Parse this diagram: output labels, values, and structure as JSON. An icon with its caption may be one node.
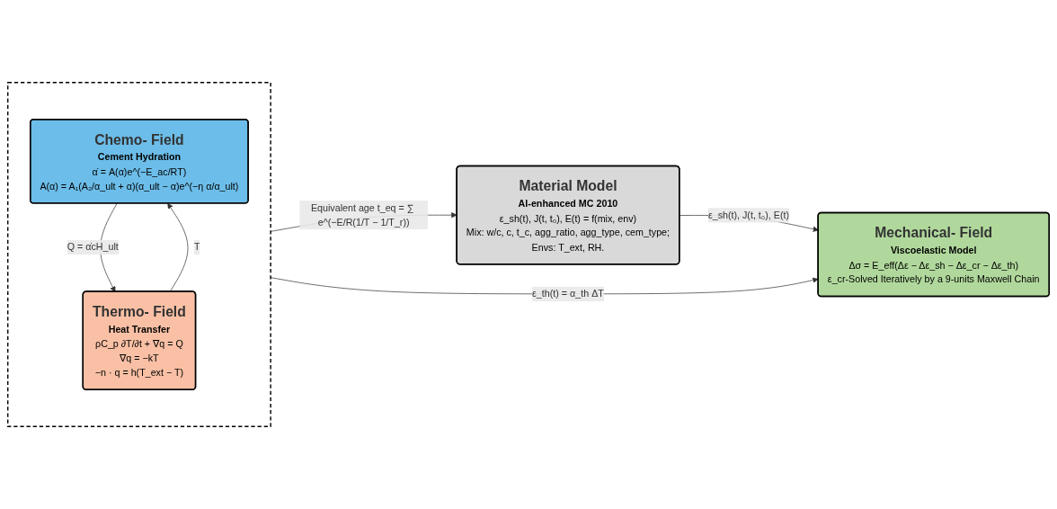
{
  "diagram": {
    "nodes": [
      {
        "text": [],
        "shape": "box"
      },
      {
        "text": [
          "Chemo- Field",
          "Cement Hydration",
          "α̇ = A(α)e^(−E_ac/RT)",
          "A(α) = A₁(A₂/α_ult + α)(α_ult − α)e^(−η α/α_ult)"
        ],
        "in": 0
      },
      {
        "text": [
          "Thermo- Field",
          "Heat Transfer",
          "ρC_p ∂T/∂t + ∇q = Q",
          "∇q = −kT",
          "−n · q = h(T_ext − T)"
        ],
        "in": 0
      },
      {
        "text": [
          "Material Model",
          "AI-enhanced MC 2010",
          "ε_sh(t), J(t, t₀), E(t) = f(mix, env)",
          "Mix: w/c, c, t_c, agg_ratio, agg_type, cem_type;",
          "Envs: T_ext, RH."
        ]
      },
      {
        "text": [
          "Mechanical- Field",
          "Viscoelastic Model",
          "Δσ = E_eff(Δε − Δε_sh − Δε_cr − Δε_th)",
          "ε_cr-Solved Iteratively by a 9-units Maxwell Chain"
        ]
      }
    ],
    "edges": [
      {
        "from": 2,
        "to": 1,
        "arrow": "to",
        "label": "T"
      },
      {
        "from": 1,
        "to": 2,
        "arrow": "to",
        "label": "Q = α̇cH_ult"
      },
      {
        "from": 0,
        "to": 3,
        "arrow": "to",
        "label": "Equivalent age t_eq = ∑ e^(−E/R(1/T − 1/T_r))"
      },
      {
        "from": 3,
        "to": 4,
        "arrow": "to",
        "label": "ε_sh(t), J(t, t₀), E(t)"
      },
      {
        "from": 0,
        "to": 4,
        "arrow": "to",
        "label": "ε_th(t) = α_th ΔT"
      }
    ]
  }
}
